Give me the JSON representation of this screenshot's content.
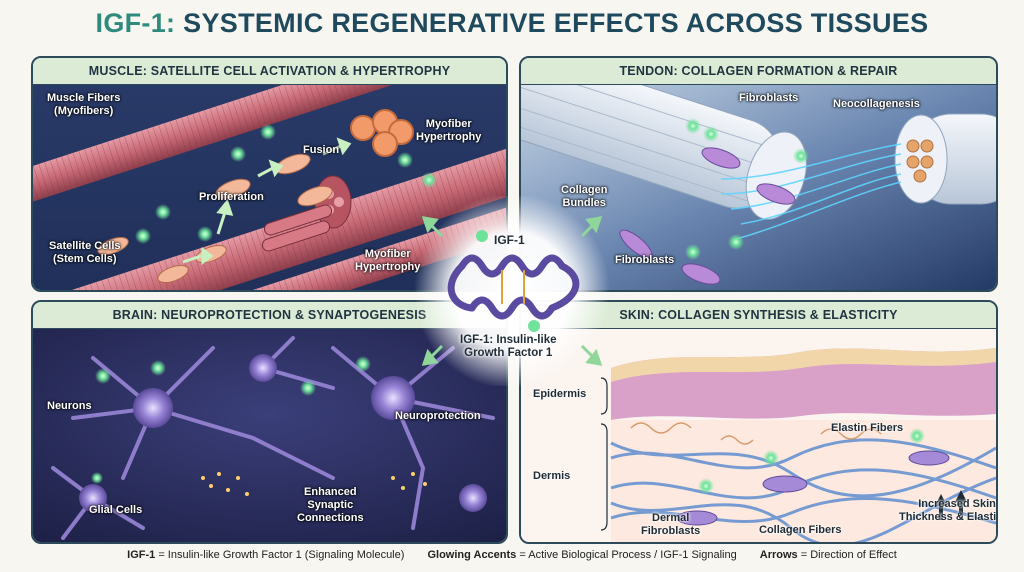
{
  "title": {
    "prefix": "IGF-1:",
    "main": "SYSTEMIC REGENERATIVE EFFECTS ACROSS TISSUES"
  },
  "panels": {
    "muscle": {
      "header": "MUSCLE: SATELLITE CELL ACTIVATION & HYPERTROPHY",
      "labels": {
        "fibers_1": "Muscle Fibers",
        "fibers_2": "(Myofibers)",
        "hyper_top_1": "Myofiber",
        "hyper_top_2": "Hypertrophy",
        "fusion": "Fusion",
        "proliferation": "Proliferation",
        "satellite_1": "Satellite Cells",
        "satellite_2": "(Stem Cells)",
        "hyper_bottom_1": "Myofiber",
        "hyper_bottom_2": "Hypertrophy"
      }
    },
    "tendon": {
      "header": "TENDON: COLLAGEN FORMATION & REPAIR",
      "labels": {
        "fibroblasts_top": "Fibroblasts",
        "neocollagenesis": "Neocollagenesis",
        "collagen_1": "Collagen",
        "collagen_2": "Bundles",
        "fibroblasts_bottom": "Fibroblasts"
      }
    },
    "brain": {
      "header": "BRAIN: NEUROPROTECTION & SYNAPTOGENESIS",
      "labels": {
        "neurons": "Neurons",
        "neuroprotection": "Neuroprotection",
        "glial": "Glial Cells",
        "enhanced_1": "Enhanced",
        "enhanced_2": "Synaptic",
        "enhanced_3": "Connections"
      }
    },
    "skin": {
      "header": "SKIN: COLLAGEN SYNTHESIS & ELASTICITY",
      "labels": {
        "epidermis": "Epidermis",
        "dermis": "Dermis",
        "elastin": "Elastin Fibers",
        "dermal_1": "Dermal",
        "dermal_2": "Fibroblasts",
        "collagen_fibers": "Collagen Fibers",
        "increased_1": "Increased Skin",
        "increased_2": "Thickness & Elasticity"
      }
    }
  },
  "center": {
    "label_top": "IGF-1",
    "label_bottom_1": "IGF-1: Insulin-like",
    "label_bottom_2": "Growth Factor 1"
  },
  "legend": [
    {
      "key": "IGF-1",
      "text": "= Insulin-like Growth Factor 1 (Signaling Molecule)"
    },
    {
      "key": "Glowing Accents",
      "text": "= Active Biological Process / IGF-1 Signaling"
    },
    {
      "key": "Arrows",
      "text": "= Direction of Effect"
    }
  ],
  "colors": {
    "title_dark": "#1f4a5e",
    "title_accent": "#2f8a7e",
    "header_bg": "#dcebd6",
    "muscle_fiber": "#c86a76",
    "signal_green": "#6fe39a",
    "neuron_purple": "#9a86d8",
    "epidermis_pink": "#d9a0c8"
  }
}
